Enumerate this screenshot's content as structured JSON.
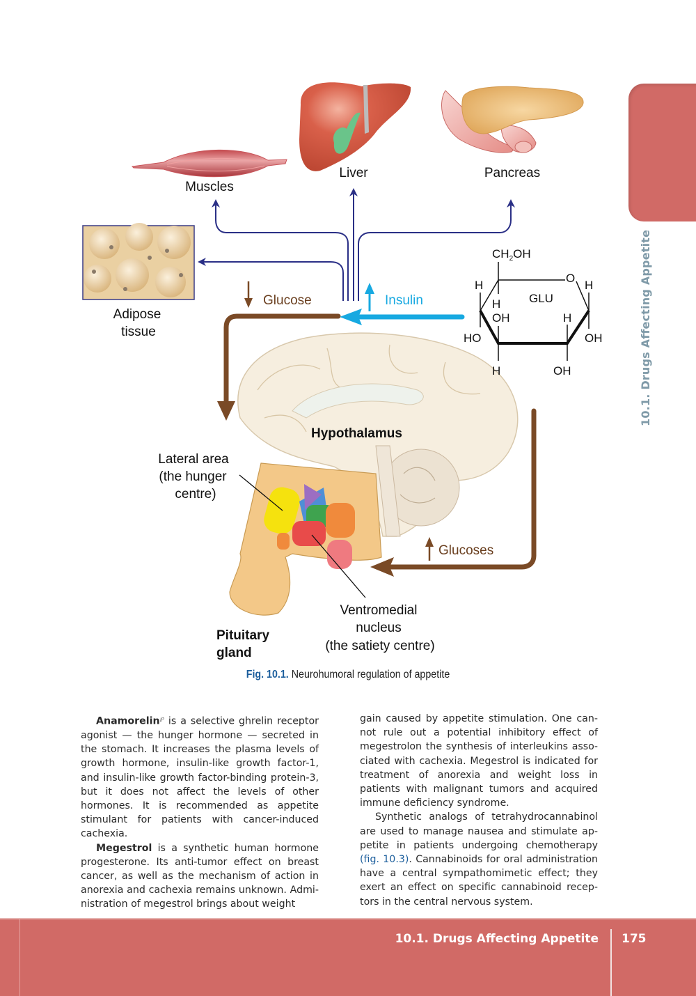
{
  "side_tab": {
    "title": "10.1. Drugs Affecting Appetite"
  },
  "figure": {
    "organs": {
      "muscles": "Muscles",
      "liver": "Liver",
      "pancreas": "Pancreas",
      "adipose_line1": "Adipose",
      "adipose_line2": "tissue"
    },
    "flow_labels": {
      "glucose": "Glucose",
      "insulin": "Insulin",
      "glucoses": "Glucoses"
    },
    "brain_labels": {
      "hypothalamus": "Hypothalamus",
      "lateral_line1": "Lateral area",
      "lateral_line2": "(the hunger",
      "lateral_line3": "centre)",
      "vmn_line1": "Ventromedial",
      "vmn_line2": "nucleus",
      "vmn_line3": "(the satiety centre)",
      "pituitary_line1": "Pituitary",
      "pituitary_line2": "gland"
    },
    "glucose_molecule": {
      "top_group": "CH",
      "top_sub": "2",
      "top_group_tail": "OH",
      "ring_label": "GLU",
      "ring_oxygen": "O",
      "atoms": {
        "c4_up": "H",
        "c5_down": "H",
        "c1_up": "H",
        "c4_left": "HO",
        "c3_up": "OH",
        "c2_up": "H",
        "c1_right": "OH",
        "c3_down": "H",
        "c2_down": "OH"
      }
    },
    "colors": {
      "insulin": "#17a9e1",
      "glucose": "#7a4a26",
      "signal": "#2a2f86"
    }
  },
  "caption": {
    "fig_number": "Fig. 10.1.",
    "text": " Neurohumoral regulation of appetite"
  },
  "body": {
    "left_column": {
      "p1_term": "Anamorelin",
      "p1_mark": "℘",
      "p1_text": " is a selective ghrelin receptor agonist — the hunger hormone — secreted in the stomach. It increases the plasma levels of growth hormone, insulin-like growth fac­tor-1, and insulin-like growth factor-binding protein-3, but it does not affect the levels of other hormones. It is recommended as appe­tite stimulant for patients with cancer-induced cachexia.",
      "p2_term": "Megestrol",
      "p2_text": " is a synthetic human hormone progesterone. Its anti-tumor effect on breast cancer, as well as the mechanism of action in anorexia and cachexia remains unknown. Admi­nistration of megestrol brings about weight"
    },
    "right_column": {
      "p1_text": "gain caused by appetite stimulation. One can­not rule out a potential inhibitory effect of megestrolon the synthesis of interleukins asso­ciated with cachexia. Megestrol is indicated for treatment of anorexia and weight loss in patients with malignant tumors and acquired immune deficiency syndrome.",
      "p2_text_before": "Synthetic analogs of tetrahydrocannabinol are used to manage nausea and stimulate ap­petite in patients undergoing chemotherapy ",
      "p2_link": "(fig. 10.3)",
      "p2_text_after": ". Cannabinoids for oral administration have a central sympathomimetic effect; they exert an effect on specific cannabinoid recep­tors in the central nervous system."
    }
  },
  "footer": {
    "section_title": "10.1. Drugs Affecting Appetite",
    "page_number": "175"
  }
}
